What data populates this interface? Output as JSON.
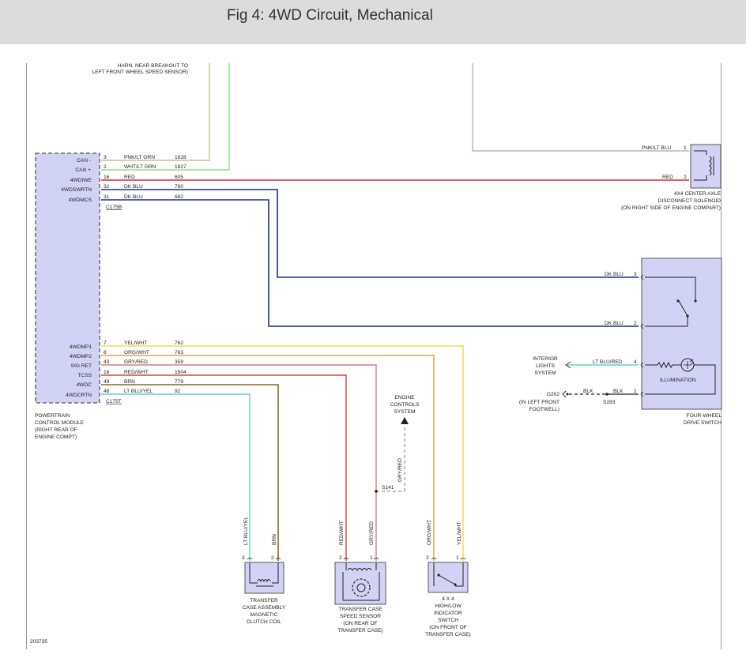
{
  "header": {
    "title": "Fig 4: 4WD Circuit, Mechanical"
  },
  "diagram_id": "203735",
  "top_note": [
    "HARN, NEAR BREAKOUT TO",
    "LEFT FRONT WHEEL SPEED SENSOR)"
  ],
  "pcm": {
    "pins_upper": [
      {
        "label": "CAN -",
        "pin": "3",
        "color": "PNK/LT GRN",
        "circuit": "1828"
      },
      {
        "label": "CAN +",
        "pin": "2",
        "color": "WHT/LT GRN",
        "circuit": "1827"
      },
      {
        "label": "4WDIWE",
        "pin": "16",
        "color": "RED",
        "circuit": "605"
      },
      {
        "label": "4WDSWRTN",
        "pin": "32",
        "color": "DK BLU",
        "circuit": "780"
      },
      {
        "label": "4WDMCS",
        "pin": "31",
        "color": "DK BLU",
        "circuit": "682"
      }
    ],
    "connector_upper": "C175B",
    "pins_lower": [
      {
        "label": "4WDMP1",
        "pin": "7",
        "color": "YEL/WHT",
        "circuit": "762"
      },
      {
        "label": "4WDMP2",
        "pin": "8",
        "color": "ORG/WHT",
        "circuit": "763"
      },
      {
        "label": "SIG RET",
        "pin": "43",
        "color": "GRY/RED",
        "circuit": "359"
      },
      {
        "label": "TCSS",
        "pin": "16",
        "color": "RED/WHT",
        "circuit": "1504"
      },
      {
        "label": "4WDC",
        "pin": "49",
        "color": "BRN",
        "circuit": "779"
      },
      {
        "label": "4WDCRTN",
        "pin": "48",
        "color": "LT BLU/YEL",
        "circuit": "92"
      }
    ],
    "connector_lower": "C175T",
    "name_lines": [
      "POWERTRAIN",
      "CONTROL MODULE",
      "(RIGHT REAR OF",
      "ENGINE COMPT)"
    ]
  },
  "solenoid": {
    "wires": [
      {
        "color": "PNK/LT BLU",
        "pin": "1"
      },
      {
        "color": "RED",
        "pin": "2"
      }
    ],
    "name_lines": [
      "4X4 CENTER AXLE",
      "DISCONNECT SOLENOID",
      "(ON RIGHT SIDE OF ENGINE COMPART)"
    ]
  },
  "switch": {
    "wires": [
      {
        "color": "DK BLU",
        "pin": "3"
      },
      {
        "color": "DK BLU",
        "pin": "2"
      },
      {
        "color": "LT BLU/RED",
        "pin": "4"
      },
      {
        "color": "BLK",
        "pin": "1"
      }
    ],
    "illumination": "ILLUMINATION",
    "name_lines": [
      "FOUR-WHEEL",
      "DRIVE SWITCH"
    ]
  },
  "interior_lights": [
    "INTERIOR",
    "LIGHTS",
    "SYSTEM"
  ],
  "ground": {
    "id": "G202",
    "location_lines": [
      "(IN LEFT FRONT",
      "FOOTWELL)"
    ],
    "wire_color": "BLK",
    "splice": "S283"
  },
  "engine_controls": [
    "ENGINE",
    "CONTROLS",
    "SYSTEM"
  ],
  "splice_s141": "S141",
  "branch_gry_red": "GRY/RED",
  "clutch_coil": {
    "wires": [
      {
        "color": "LT BLU/YEL",
        "pin": "3"
      },
      {
        "color": "BRN",
        "pin": "2"
      }
    ],
    "name_lines": [
      "TRANSFER",
      "CASE ASSEMBLY",
      "MAGNETIC",
      "CLUTCH COIL"
    ]
  },
  "speed_sensor": {
    "wires": [
      {
        "color": "RED/WHT",
        "pin": "2"
      },
      {
        "color": "GRY/RED",
        "pin": "1"
      }
    ],
    "name_lines": [
      "TRANSFER CASE",
      "SPEED SENSOR",
      "(ON REAR OF",
      "TRANSFER CASE)"
    ]
  },
  "indicator_switch": {
    "wires": [
      {
        "color": "ORG/WHT",
        "pin": "2"
      },
      {
        "color": "YEL/WHT",
        "pin": "1"
      }
    ],
    "name_lines": [
      "4 X 4",
      "HIGH/LOW",
      "INDICATOR",
      "SWITCH",
      "(ON FRONT OF",
      "TRANSFER CASE)"
    ]
  },
  "wire_colors": {
    "pnk_lt_grn": "#c9c08a",
    "wht_lt_grn": "#8fe08a",
    "red": "#e0282a",
    "dk_blu": "#1f2f8a",
    "pnk_lt_blu": "#c9a8c8",
    "yel_wht": "#f2dc50",
    "org_wht": "#e3a23a",
    "gry_red": "#e07a7a",
    "red_wht": "#d84040",
    "brn": "#8a6a1e",
    "lt_blu_yel": "#5fd6c8",
    "component_fill": "#d2d2f7"
  }
}
